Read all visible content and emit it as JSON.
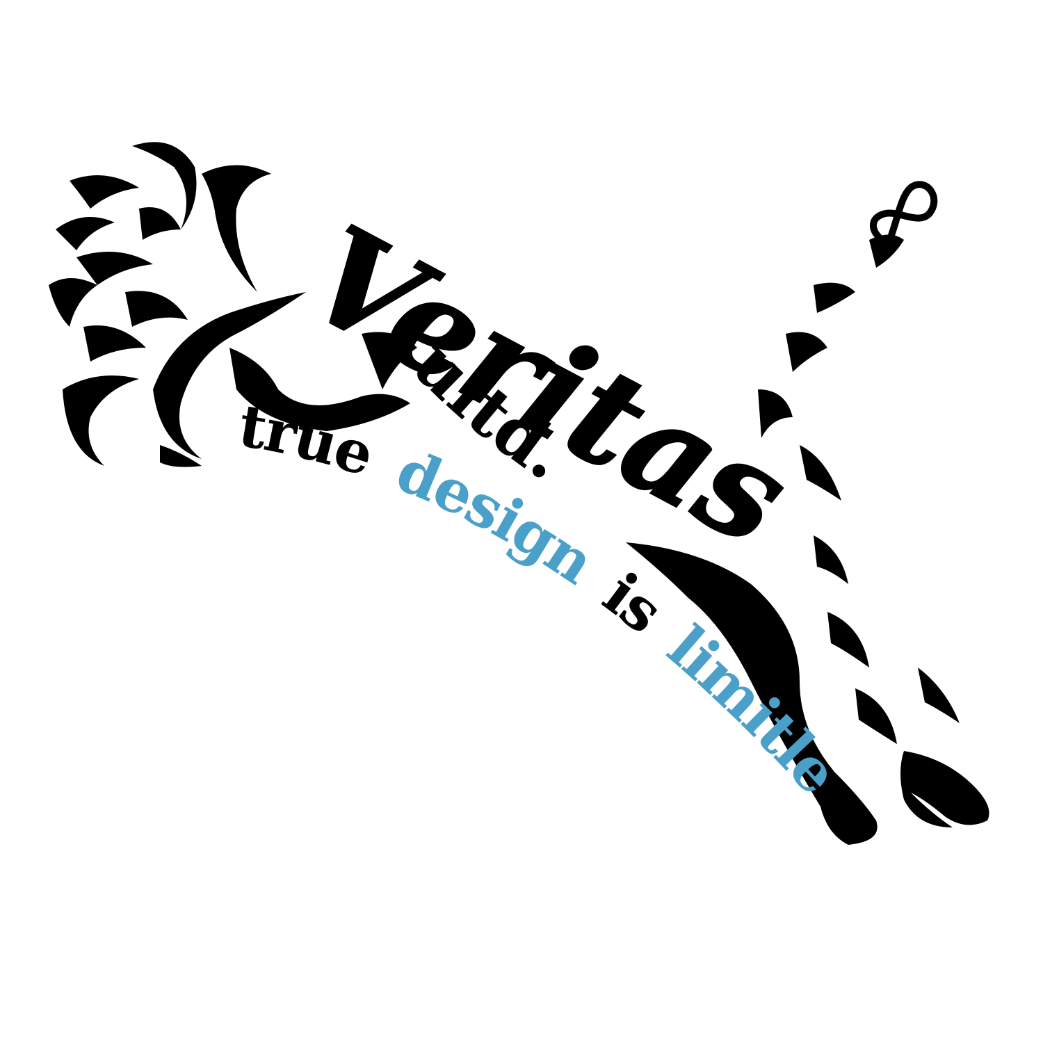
{
  "logo": {
    "brand_name": "Veritas",
    "brand_suffix": "ultd.",
    "tagline": {
      "word_true": "true",
      "word_design": "design",
      "word_is": "is",
      "word_limitless": "limitless"
    },
    "colors": {
      "ink": "#000000",
      "accent": "#4aa0c8",
      "background": "#ffffff"
    },
    "icon": "leaping-tiger-icon",
    "infinity_icon": "infinity-icon"
  }
}
